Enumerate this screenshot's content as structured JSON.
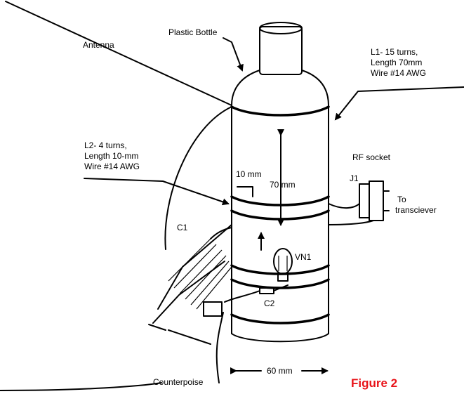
{
  "labels": {
    "antenna": "Antenna",
    "plastic_bottle": "Plastic Bottle",
    "l1_line1": "L1- 15 turns,",
    "l1_line2": "Length 70mm",
    "l1_line3": "Wire #14 AWG",
    "l2_line1": "L2- 4 turns,",
    "l2_line2": "Length 10-mm",
    "l2_line3": "Wire #14 AWG",
    "rf_socket": "RF socket",
    "j1": "J1",
    "to_line1": "To",
    "to_line2": "transciever",
    "dim_10mm": "10 mm",
    "dim_70mm": "70 mm",
    "dim_60mm": "60 mm",
    "c1": "C1",
    "c2": "C2",
    "vn1": "VN1",
    "counterpoise": "Counterpoise",
    "figure": "Figure 2"
  },
  "colors": {
    "figure_caption": "#e8141a",
    "ink": "#000000"
  }
}
